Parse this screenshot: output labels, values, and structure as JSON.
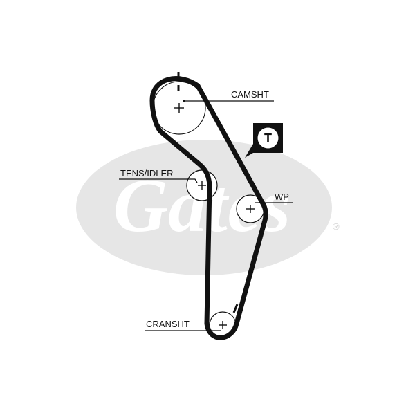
{
  "labels": {
    "camshaft": "CAMSHT",
    "tensioner_idler": "TENS/IDLER",
    "water_pump": "WP",
    "crankshaft": "CRANSHT"
  },
  "tensioner_badge": {
    "letter": "T"
  },
  "brand": {
    "watermark": "Gates",
    "registered_mark": "®"
  },
  "colors": {
    "line": "#111111",
    "watermark": "#e6e6e6",
    "badge_bg": "#111111",
    "badge_fg": "#ffffff"
  }
}
